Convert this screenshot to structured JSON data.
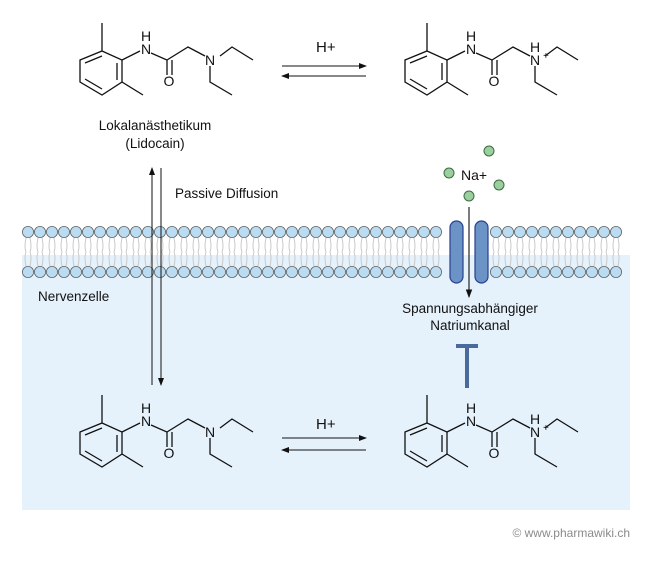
{
  "labels": {
    "drug_name": "Lokalanästhetikum",
    "drug_example": "(Lidocain)",
    "passive_diffusion": "Passive Diffusion",
    "cell": "Nervenzelle",
    "channel_line1": "Spannungsabhängiger",
    "channel_line2": "Natriumkanal",
    "proton_top": "H+",
    "proton_bottom": "H+",
    "sodium": "Na+",
    "copyright": "© www.pharmawiki.ch"
  },
  "atoms": {
    "N": "N",
    "H": "H",
    "O": "O",
    "plus": "+"
  },
  "colors": {
    "cell_interior": "#e6f2fb",
    "lipid_head": "#b9dcf2",
    "channel": "#6b93c6",
    "channel_border": "#27408f",
    "sodium_ion": "#9bcf9f",
    "inhibition": "#4a6a9e"
  }
}
